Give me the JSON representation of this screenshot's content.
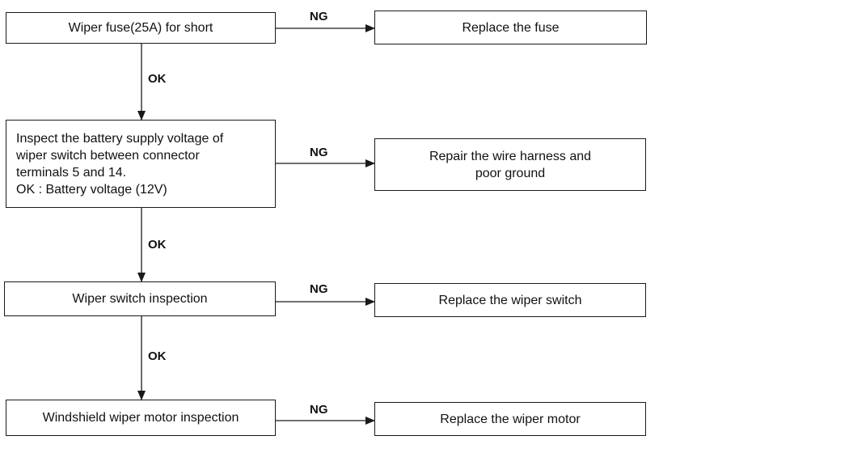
{
  "flowchart": {
    "steps": [
      {
        "check": "Wiper fuse(25A) for short",
        "fail_action": "Replace the fuse"
      },
      {
        "check_lines": [
          "Inspect the battery supply voltage of",
          "wiper switch between connector",
          "terminals 5 and 14.",
          "OK : Battery voltage (12V)"
        ],
        "fail_action_lines": [
          "Repair the wire harness and",
          "poor ground"
        ]
      },
      {
        "check": "Wiper switch inspection",
        "fail_action": "Replace the wiper switch"
      },
      {
        "check": "Windshield wiper motor inspection",
        "fail_action": "Replace the wiper motor"
      }
    ],
    "labels": {
      "ok": "OK",
      "ng": "NG"
    }
  }
}
